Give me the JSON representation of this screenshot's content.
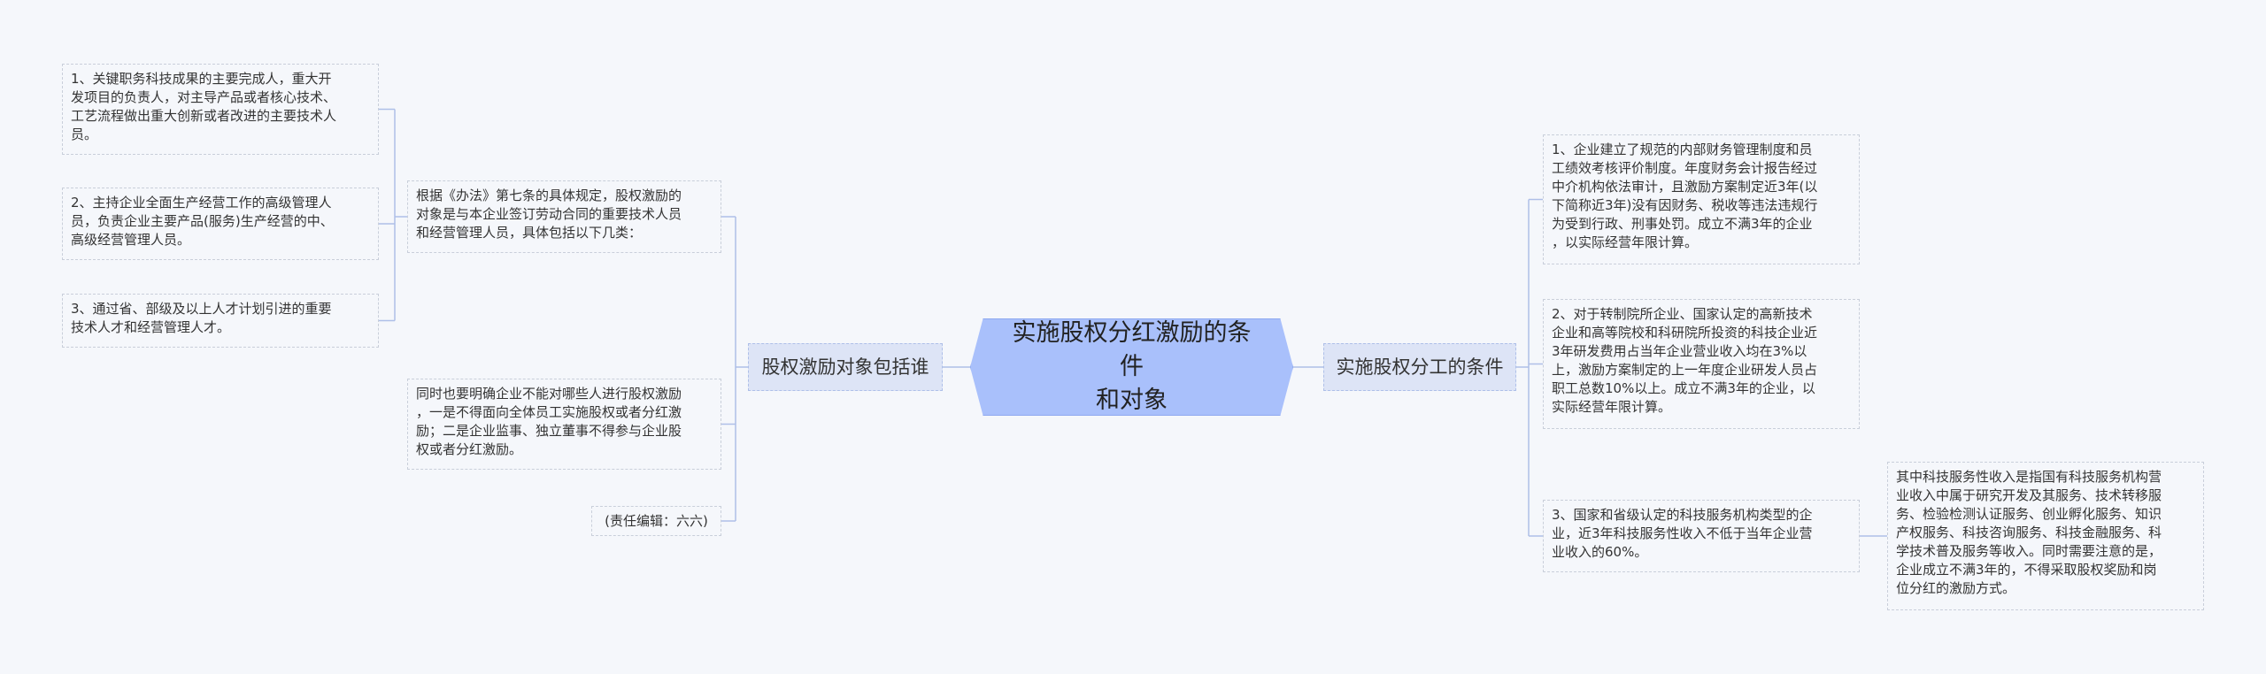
{
  "root": {
    "label": "实施股权分红激励的条件\n和对象"
  },
  "left_branch": {
    "label": "股权激励对象包括谁",
    "intro": "根据《办法》第七条的具体规定，股权激励的\n对象是与本企业签订劳动合同的重要技术人员\n和经营管理人员，具体包括以下几类：",
    "types": [
      "1、关键职务科技成果的主要完成人，重大开\n发项目的负责人，对主导产品或者核心技术、\n工艺流程做出重大创新或者改进的主要技术人\n员。",
      "2、主持企业全面生产经营工作的高级管理人\n员，负责企业主要产品(服务)生产经营的中、\n高级经营管理人员。",
      "3、通过省、部级及以上人才计划引进的重要\n技术人才和经营管理人才。"
    ],
    "clarify": "同时也要明确企业不能对哪些人进行股权激励\n，一是不得面向全体员工实施股权或者分红激\n励；二是企业监事、独立董事不得参与企业股\n权或者分红激励。",
    "editor": "(责任编辑：六六)"
  },
  "right_branch": {
    "label": "实施股权分工的条件",
    "conditions": [
      "1、企业建立了规范的内部财务管理制度和员\n工绩效考核评价制度。年度财务会计报告经过\n中介机构依法审计，且激励方案制定近3年(以\n下简称近3年)没有因财务、税收等违法违规行\n为受到行政、刑事处罚。成立不满3年的企业\n，以实际经营年限计算。",
      "2、对于转制院所企业、国家认定的高新技术\n企业和高等院校和科研院所投资的科技企业近\n3年研发费用占当年企业营业收入均在3%以\n上，激励方案制定的上一年度企业研发人员占\n职工总数10%以上。成立不满3年的企业，以\n实际经营年限计算。",
      "3、国家和省级认定的科技服务机构类型的企\n业，近3年科技服务性收入不低于当年企业营\n业收入的60%。"
    ],
    "note": "其中科技服务性收入是指国有科技服务机构营\n业收入中属于研究开发及其服务、技术转移服\n务、检验检测认证服务、创业孵化服务、知识\n产权服务、科技咨询服务、科技金融服务、科\n学技术普及服务等收入。同时需要注意的是，\n企业成立不满3年的，不得采取股权奖励和岗\n位分红的激励方式。"
  },
  "colors": {
    "root_fill": "#a9c0fb",
    "branch_fill": "#dde4f6",
    "link": "#aebfe8",
    "background": "#f5f7fb"
  }
}
